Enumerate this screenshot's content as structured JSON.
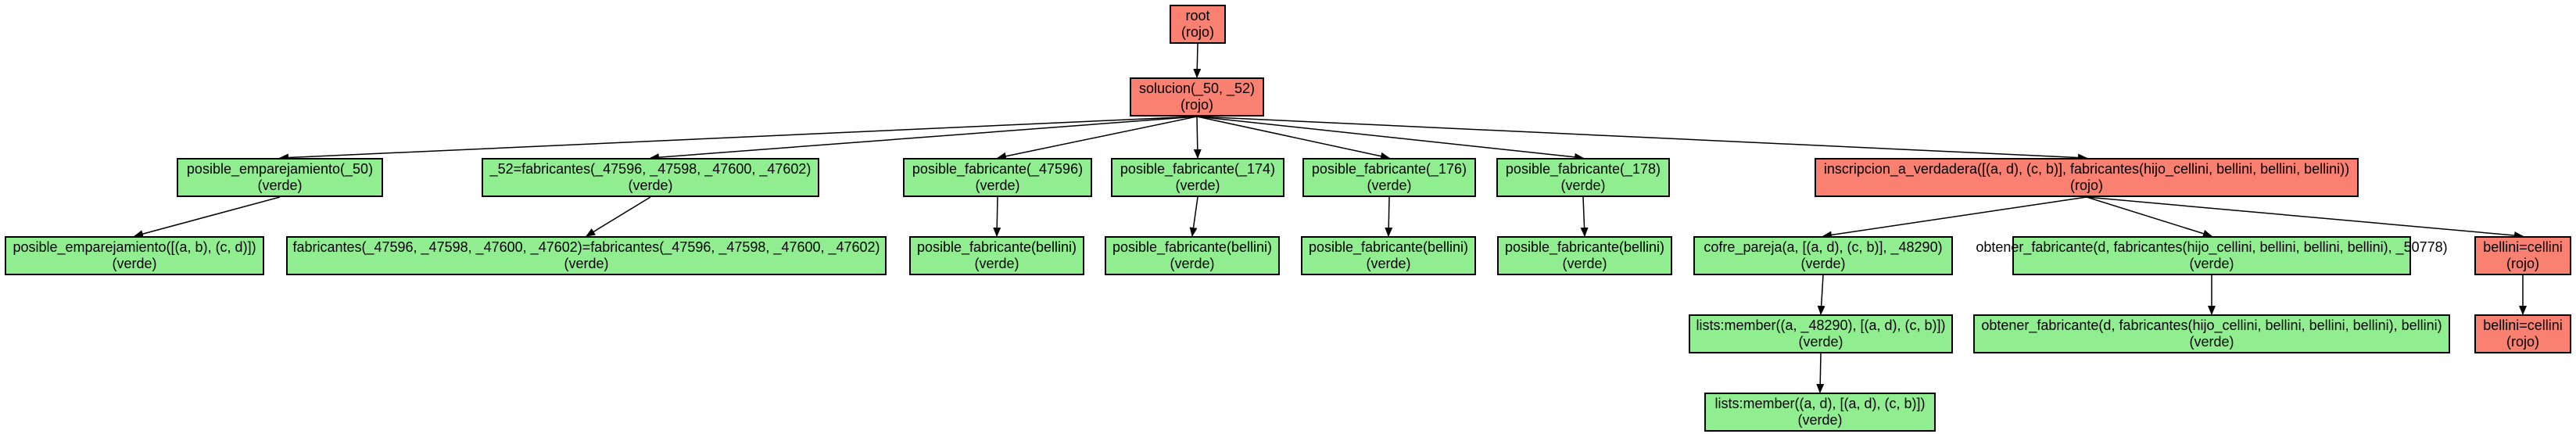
{
  "colors": {
    "verde": "#90ee90",
    "rojo": "#fa8072",
    "edge": "#000000"
  },
  "nodes": [
    {
      "id": "n0",
      "label": "root",
      "status": "(rojo)",
      "color": "rojo"
    },
    {
      "id": "n1",
      "label": "solucion(_50, _52)",
      "status": "(rojo)",
      "color": "rojo"
    },
    {
      "id": "n2",
      "label": "posible_emparejamiento(_50)",
      "status": "(verde)",
      "color": "verde"
    },
    {
      "id": "n3",
      "label": "posible_emparejamiento([(a, b), (c, d)])",
      "status": "(verde)",
      "color": "verde"
    },
    {
      "id": "n4",
      "label": "_52=fabricantes(_47596, _47598, _47600, _47602)",
      "status": "(verde)",
      "color": "verde"
    },
    {
      "id": "n5",
      "label": "fabricantes(_47596, _47598, _47600, _47602)=fabricantes(_47596, _47598, _47600, _47602)",
      "status": "(verde)",
      "color": "verde"
    },
    {
      "id": "n6",
      "label": "posible_fabricante(_47596)",
      "status": "(verde)",
      "color": "verde"
    },
    {
      "id": "n7",
      "label": "posible_fabricante(bellini)",
      "status": "(verde)",
      "color": "verde"
    },
    {
      "id": "n8",
      "label": "posible_fabricante(_174)",
      "status": "(verde)",
      "color": "verde"
    },
    {
      "id": "n9",
      "label": "posible_fabricante(bellini)",
      "status": "(verde)",
      "color": "verde"
    },
    {
      "id": "n10",
      "label": "posible_fabricante(_176)",
      "status": "(verde)",
      "color": "verde"
    },
    {
      "id": "n11",
      "label": "posible_fabricante(bellini)",
      "status": "(verde)",
      "color": "verde"
    },
    {
      "id": "n12",
      "label": "posible_fabricante(_178)",
      "status": "(verde)",
      "color": "verde"
    },
    {
      "id": "n13",
      "label": "posible_fabricante(bellini)",
      "status": "(verde)",
      "color": "verde"
    },
    {
      "id": "n14",
      "label": "inscripcion_a_verdadera([(a, d), (c, b)], fabricantes(hijo_cellini, bellini, bellini, bellini))",
      "status": "(rojo)",
      "color": "rojo"
    },
    {
      "id": "n15",
      "label": "cofre_pareja(a, [(a, d), (c, b)], _48290)",
      "status": "(verde)",
      "color": "verde"
    },
    {
      "id": "n16",
      "label": "lists:member((a, _48290), [(a, d), (c, b)])",
      "status": "(verde)",
      "color": "verde"
    },
    {
      "id": "n17",
      "label": "lists:member((a, d), [(a, d), (c, b)])",
      "status": "(verde)",
      "color": "verde"
    },
    {
      "id": "n18",
      "label": "obtener_fabricante(d, fabricantes(hijo_cellini, bellini, bellini, bellini), _50778)",
      "status": "(verde)",
      "color": "verde"
    },
    {
      "id": "n19",
      "label": "obtener_fabricante(d, fabricantes(hijo_cellini, bellini, bellini, bellini), bellini)",
      "status": "(verde)",
      "color": "verde"
    },
    {
      "id": "n20",
      "label": "bellini=cellini",
      "status": "(rojo)",
      "color": "rojo"
    },
    {
      "id": "n21",
      "label": "bellini=cellini",
      "status": "(rojo)",
      "color": "rojo"
    }
  ],
  "edges": [
    [
      "n0",
      "n1"
    ],
    [
      "n1",
      "n2"
    ],
    [
      "n1",
      "n4"
    ],
    [
      "n1",
      "n6"
    ],
    [
      "n1",
      "n8"
    ],
    [
      "n1",
      "n10"
    ],
    [
      "n1",
      "n12"
    ],
    [
      "n1",
      "n14"
    ],
    [
      "n2",
      "n3"
    ],
    [
      "n4",
      "n5"
    ],
    [
      "n6",
      "n7"
    ],
    [
      "n8",
      "n9"
    ],
    [
      "n10",
      "n11"
    ],
    [
      "n12",
      "n13"
    ],
    [
      "n14",
      "n15"
    ],
    [
      "n14",
      "n18"
    ],
    [
      "n14",
      "n20"
    ],
    [
      "n15",
      "n16"
    ],
    [
      "n16",
      "n17"
    ],
    [
      "n18",
      "n19"
    ],
    [
      "n20",
      "n21"
    ]
  ]
}
